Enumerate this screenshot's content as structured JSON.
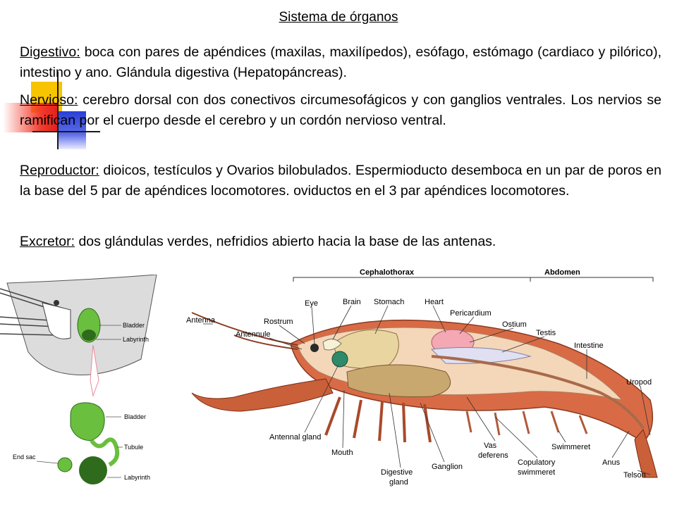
{
  "title": "Sistema de órganos",
  "paragraphs": [
    {
      "term": "Digestivo:",
      "text": " boca con pares de apéndices (maxilas, maxilípedos), esófago, estómago (cardiaco y pilórico), intestino y ano. Glándula digestiva (Hepatopáncreas)."
    },
    {
      "term": "Nervioso:",
      "text": " cerebro dorsal con dos conectivos circumesofágicos y con ganglios ventrales. Los nervios se ramifican por el cuerpo desde el cerebro y un cordón nervioso ventral."
    },
    {
      "term": "Reproductor:",
      "text": " dioicos, testículos y  Ovarios bilobulados. Espermioducto desemboca en un par de poros en la base del 5 par de apéndices locomotores. oviductos en el 3 par apéndices locomotores."
    },
    {
      "term": "Excretor:",
      "text": " dos glándulas verdes, nefridios abierto hacia la base de las antenas."
    }
  ],
  "gland_figure": {
    "labels": {
      "bladder_top": "Bladder",
      "labyrinth_top": "Labyrinth",
      "bladder_bottom": "Bladder",
      "tubule": "Tubule",
      "end_sac": "End sac",
      "labyrinth_bottom": "Labyrinth"
    }
  },
  "crayfish_figure": {
    "regions": {
      "cephalothorax": "Cephalothorax",
      "abdomen": "Abdomen"
    },
    "labels": {
      "eye": "Eye",
      "brain": "Brain",
      "stomach": "Stomach",
      "heart": "Heart",
      "pericardium": "Pericardium",
      "ostium": "Ostium",
      "testis": "Testis",
      "intestine": "Intestine",
      "uropod": "Uropod",
      "antenna": "Antenna",
      "rostrum": "Rostrum",
      "antennule": "Antennule",
      "antennal_gland": "Antennal gland",
      "mouth": "Mouth",
      "digestive_gland_1": "Digestive",
      "digestive_gland_2": "gland",
      "ganglion": "Ganglion",
      "vas_deferens_1": "Vas",
      "vas_deferens_2": "deferens",
      "copulatory_1": "Copulatory",
      "copulatory_2": "swimmeret",
      "swimmeret": "Swimmeret",
      "anus": "Anus",
      "telson": "Telson"
    }
  },
  "colors": {
    "yellow": "#f7c400",
    "red": "#e31e1e",
    "blue": "#2a3fd8",
    "gland_green": "#6abf3e",
    "heart_pink": "#f3a8b4",
    "stomach_tan": "#e9d5a0",
    "shell": "#c9603a"
  }
}
